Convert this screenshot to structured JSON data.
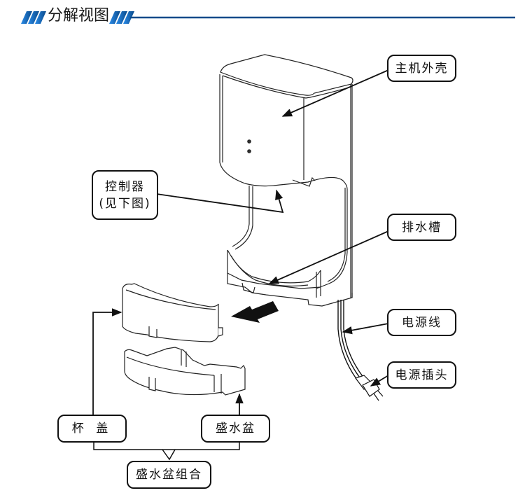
{
  "header": {
    "title": "分解视图",
    "accent_color": "#0a4a8a",
    "stripe_color": "#1f73d1"
  },
  "labels": {
    "housing": "主机外壳",
    "controller_line1": "控制器",
    "controller_line2": "(见下图)",
    "drain_channel": "排水槽",
    "power_cord": "电源线",
    "power_plug": "电源插头",
    "cup_cover": "杯 盖",
    "water_tray": "盛水盆",
    "tray_assembly": "盛水盆组合"
  }
}
